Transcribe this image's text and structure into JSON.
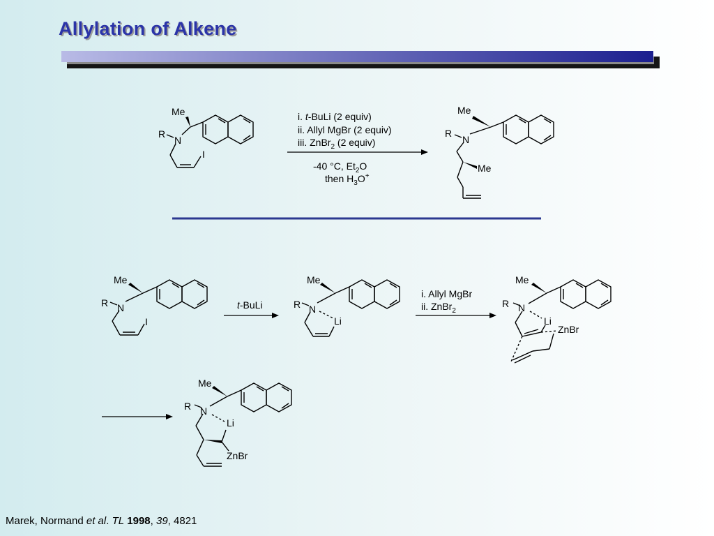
{
  "slide": {
    "title": "Allylation of Alkene",
    "colors": {
      "title": "#2b34a8",
      "bar_dark": "#1c1f8f",
      "bar_light": "#b7b9e6",
      "divider": "#2b3890"
    }
  },
  "labels": {
    "me": "Me",
    "r": "R",
    "n": "N",
    "i": "I",
    "li": "Li",
    "znbr": "ZnBr"
  },
  "top_reaction": {
    "conditions": {
      "step1_prefix": "i. ",
      "step1_italic": "t",
      "step1_rest": "-BuLi (2 equiv)",
      "step2": "ii. Allyl MgBr (2 equiv)",
      "step3_prefix": "iii. ZnBr",
      "step3_sub": "2",
      "step3_rest": " (2 equiv)",
      "temp_prefix": "-40 °C, Et",
      "temp_sub": "2",
      "temp_rest": "O",
      "workup_prefix": "then H",
      "workup_sub": "3",
      "workup_o": "O",
      "workup_sup": "+"
    }
  },
  "mechanism": {
    "arrow1_italic": "t",
    "arrow1_rest": "-BuLi",
    "arrow2_line1": "i. Allyl MgBr",
    "arrow2_line2_prefix": "ii. ZnBr",
    "arrow2_line2_sub": "2"
  },
  "citation": {
    "authors": "Marek, Normand ",
    "etal": "et al",
    "dot": ". ",
    "journal": "TL",
    "year": "1998",
    "volume": "39",
    "page": "4821"
  }
}
